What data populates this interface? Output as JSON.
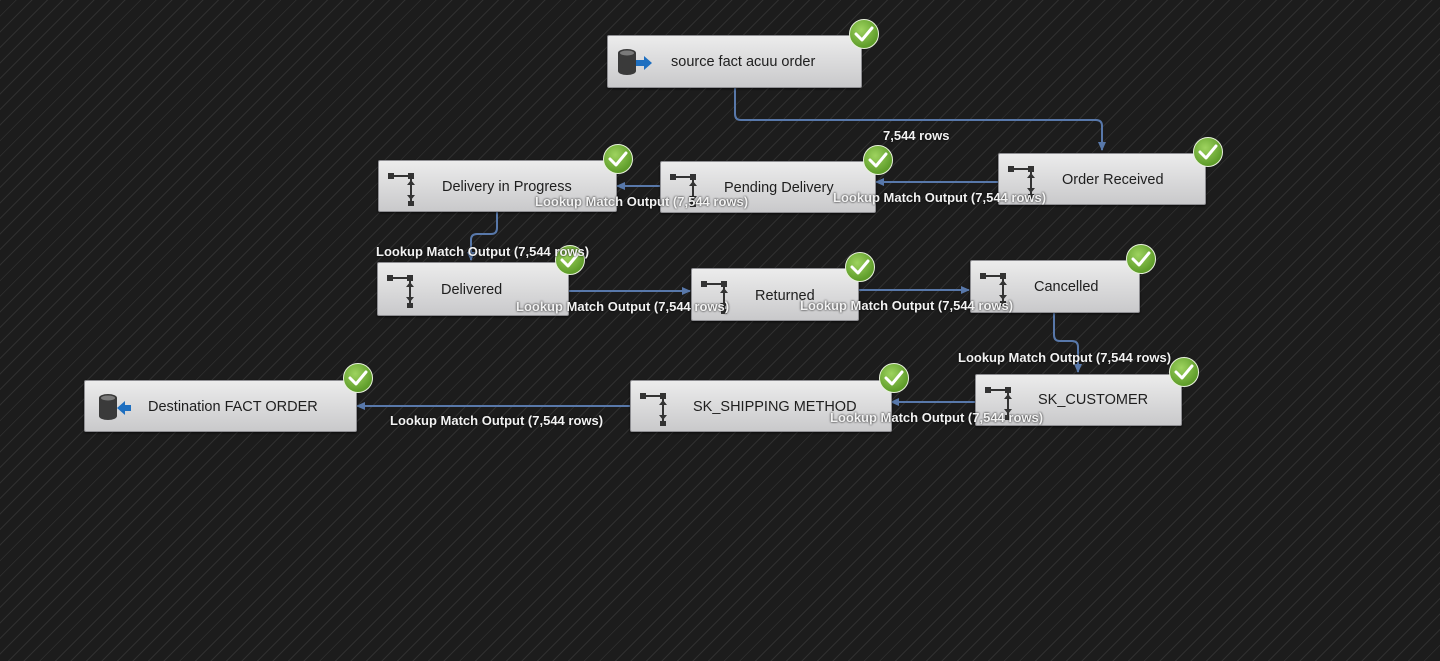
{
  "tasks": {
    "source": {
      "label": "source fact acuu order",
      "icon": "source-database-icon"
    },
    "order_received": {
      "label": "Order Received",
      "icon": "lookup-icon"
    },
    "pending_delivery": {
      "label": "Pending Delivery",
      "icon": "lookup-icon"
    },
    "delivery_in_progress": {
      "label": "Delivery in Progress",
      "icon": "lookup-icon"
    },
    "delivered": {
      "label": "Delivered",
      "icon": "lookup-icon"
    },
    "returned": {
      "label": "Returned",
      "icon": "lookup-icon"
    },
    "cancelled": {
      "label": "Cancelled",
      "icon": "lookup-icon"
    },
    "sk_customer": {
      "label": "SK_CUSTOMER",
      "icon": "lookup-icon"
    },
    "sk_shipping": {
      "label": "SK_SHIPPING METHOD",
      "icon": "lookup-icon"
    },
    "destination": {
      "label": "Destination FACT ORDER",
      "icon": "destination-database-icon"
    }
  },
  "links": {
    "source_to_order": "7,544 rows",
    "order_to_pending": "Lookup Match Output (7,544 rows)",
    "pending_to_progress": "Lookup Match Output (7,544 rows)",
    "progress_to_delivered": "Lookup Match Output (7,544 rows)",
    "delivered_to_returned": "Lookup Match Output (7,544 rows)",
    "returned_to_cancelled": "Lookup Match Output (7,544 rows)",
    "cancelled_to_customer": "Lookup Match Output (7,544 rows)",
    "customer_to_shipping": "Lookup Match Output (7,544 rows)",
    "shipping_to_destination": "Lookup Match Output (7,544 rows)"
  },
  "status": "success",
  "colors": {
    "link": "#5878aa",
    "success": "#6aa832",
    "background": "#1f1f1f"
  }
}
